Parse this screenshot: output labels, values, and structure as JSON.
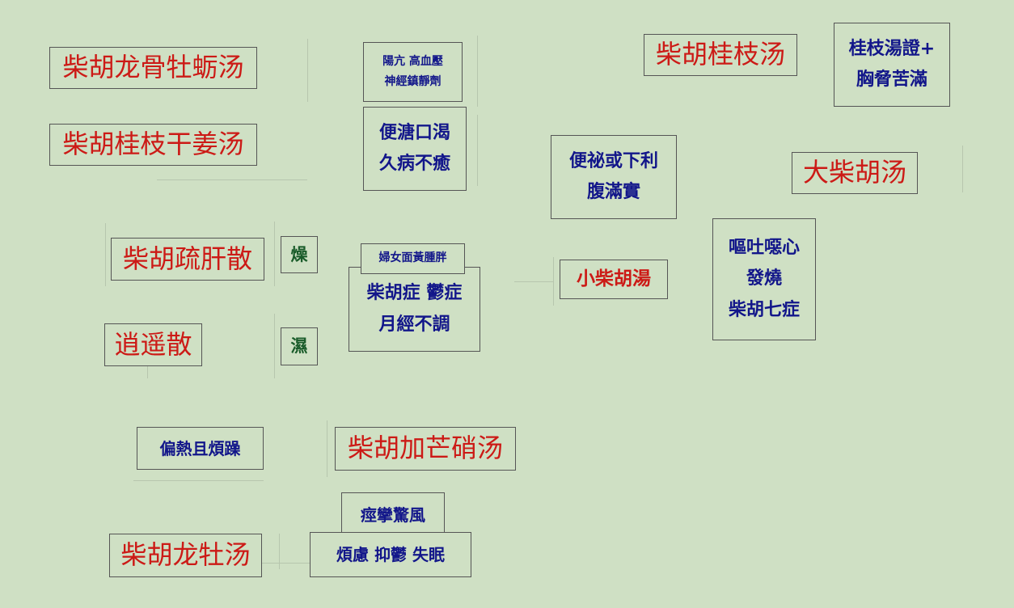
{
  "formulas": {
    "longgu_muli": "柴胡龙骨牡蛎汤",
    "guizhi_ganjiang": "柴胡桂枝干姜汤",
    "shugan": "柴胡疏肝散",
    "xiaoyao": "逍遥散",
    "mangxiao": "柴胡加芒硝汤",
    "longmu": "柴胡龙牡汤",
    "guizhi": "柴胡桂枝汤",
    "da_chaihu": "大柴胡汤",
    "xiao_chaihu": "小柴胡湯"
  },
  "symptoms": {
    "yangkang": [
      "陽亢  高血壓",
      "神經鎮靜劑"
    ],
    "biantang": [
      "便溏口渴",
      "久病不癒"
    ],
    "biance": [
      "便祕或下利",
      "腹滿實"
    ],
    "guizhi_zheng": [
      "桂枝湯證+",
      "胸脅苦滿"
    ],
    "outu": [
      "嘔吐噁心",
      "發燒",
      "柴胡七症"
    ],
    "funu": "婦女面黃腫胖",
    "yuzheng": [
      "柴胡症 鬱症",
      "月經不調"
    ],
    "pianre": "偏熱且煩躁",
    "jingluan": "痙攣驚風",
    "fanlu": "煩慮 抑鬱 失眠"
  },
  "qualities": {
    "zao": "燥",
    "shi": "濕"
  },
  "colors": {
    "background": "#cfe0c4",
    "formula_text": "#cc1a16",
    "symptom_text": "#12168a",
    "quality_text": "#1a5c2a"
  }
}
